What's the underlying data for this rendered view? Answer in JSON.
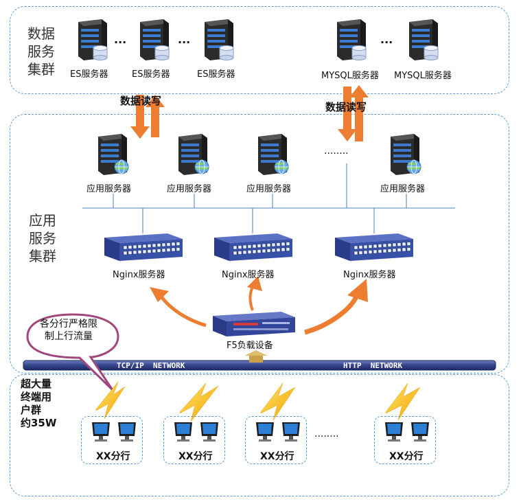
{
  "data_cluster": {
    "label": "数据\n服务\n集群",
    "es_servers": [
      "ES服务器",
      "ES服务器",
      "ES服务器"
    ],
    "mysql_servers": [
      "MYSQL服务器",
      "MYSQL服务器"
    ],
    "ellipsis": "···",
    "rw_label_left": "数据读写",
    "rw_label_right": "数据读写"
  },
  "app_cluster": {
    "label": "应用\n服务\n集群",
    "app_servers": [
      "应用服务器",
      "应用服务器",
      "应用服务器",
      "应用服务器"
    ],
    "app_ellipsis": "········",
    "nginx_servers": [
      "Nginx服务器",
      "Nginx服务器",
      "Nginx服务器"
    ],
    "f5_label": "F5负载设备"
  },
  "callout": {
    "text": "各分行严格限\n制上行流量"
  },
  "network_bar": {
    "left": "TCP/IP  NETWORK",
    "right": "HTTP  NETWORK"
  },
  "terminal_cluster": {
    "label": "超大量\n终端用\n户群\n约35W",
    "branches": [
      "XX分行",
      "XX分行",
      "XX分行",
      "XX分行"
    ],
    "branch_ellipsis": "········"
  },
  "colors": {
    "zone_border": "#5b9bd5",
    "arrow_orange": "#ed7d31",
    "bar_fill": "#3a4a8c",
    "callout_border": "#a0467a"
  }
}
